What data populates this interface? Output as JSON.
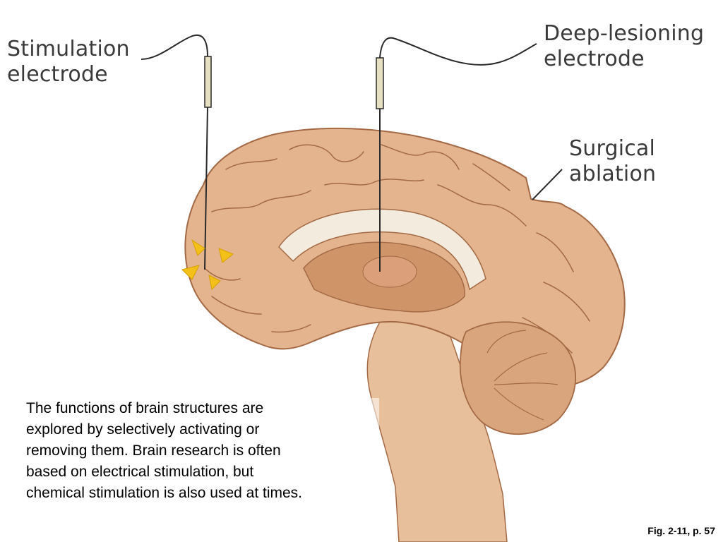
{
  "labels": {
    "stimulation_line1": "Stimulation",
    "stimulation_line2": "electrode",
    "deep_line1": "Deep-lesioning",
    "deep_line2": "electrode",
    "surgical_line1": "Surgical",
    "surgical_line2": "ablation"
  },
  "caption": {
    "line1": "The functions of brain structures are",
    "line2": "explored by selectively activating or",
    "line3": "removing them. Brain research is often",
    "line4": "based on electrical stimulation, but",
    "line5": "chemical stimulation is also used at times."
  },
  "figure_ref": "Fig. 2-11, p. 57",
  "colors": {
    "brain": "#e3b48e",
    "brain_outline": "#a36a45",
    "brain_stem": "#e8bf9b",
    "inner": "#cf9468",
    "corpus_callosum": "#f3ecde",
    "cerebellum": "#d9a57c",
    "electrode_sleeve": "#e6dfc2",
    "spark": "#f2c018",
    "wire": "#2a2a2a"
  }
}
